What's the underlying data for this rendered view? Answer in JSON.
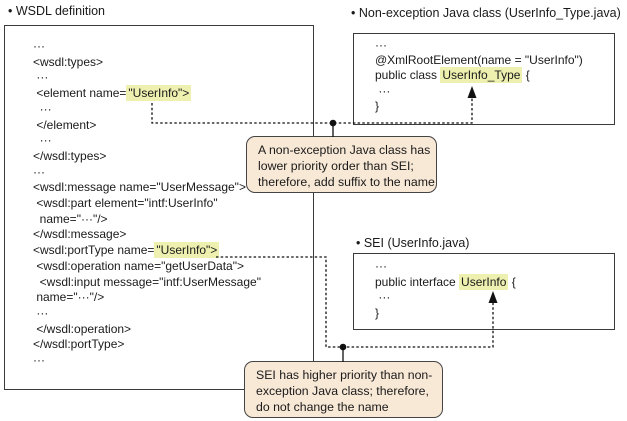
{
  "labels": {
    "wsdl": "• WSDL definition",
    "java_class": "• Non-exception Java class (UserInfo_Type.java)",
    "sei": "• SEI (UserInfo.java)"
  },
  "wsdl_panel": {
    "lines": [
      "···",
      "<wsdl:types>",
      " ···",
      {
        "pre": " <element name=",
        "hl": "\"UserInfo\">",
        "post": ""
      },
      "  ···",
      " </element>",
      "  ···",
      "</wsdl:types>",
      "···",
      "<wsdl:message name=\"UserMessage\">",
      " <wsdl:part element=\"intf:UserInfo\"",
      "  name=\"···\"/>",
      "</wsdl:message>",
      {
        "pre": "<wsdl:portType name=",
        "hl": "\"UserInfo\">",
        "post": ""
      },
      " <wsdl:operation name=\"getUserData\">",
      "  <wsdl:input message=\"intf:UserMessage\"",
      " name=\"···\"/>",
      " ···",
      " </wsdl:operation>",
      "</wsdl:portType>",
      "···"
    ]
  },
  "java_box": {
    "lines": [
      "···",
      "@XmlRootElement(name = \"UserInfo\")",
      {
        "pre": "public class ",
        "hl": "UserInfo_Type",
        "post": " {"
      },
      " ···",
      "}"
    ]
  },
  "sei_box": {
    "lines": [
      "···",
      {
        "pre": "public interface ",
        "hl": "UserInfo",
        "post": " {"
      },
      " ···",
      "}"
    ]
  },
  "callouts": {
    "upper_lines": [
      "A non-exception Java class has",
      "lower priority order than SEI;",
      "therefore, add suffix to the name"
    ],
    "lower_lines": [
      "SEI has higher priority than non-",
      "exception Java class; therefore,",
      "do not change the name"
    ]
  },
  "colors": {
    "name_highlight": "#edf0af",
    "callout_background": "#f8e8d6",
    "callout_border": "#444444",
    "panel_border": "#3a3a3a",
    "connector": "#111111"
  }
}
